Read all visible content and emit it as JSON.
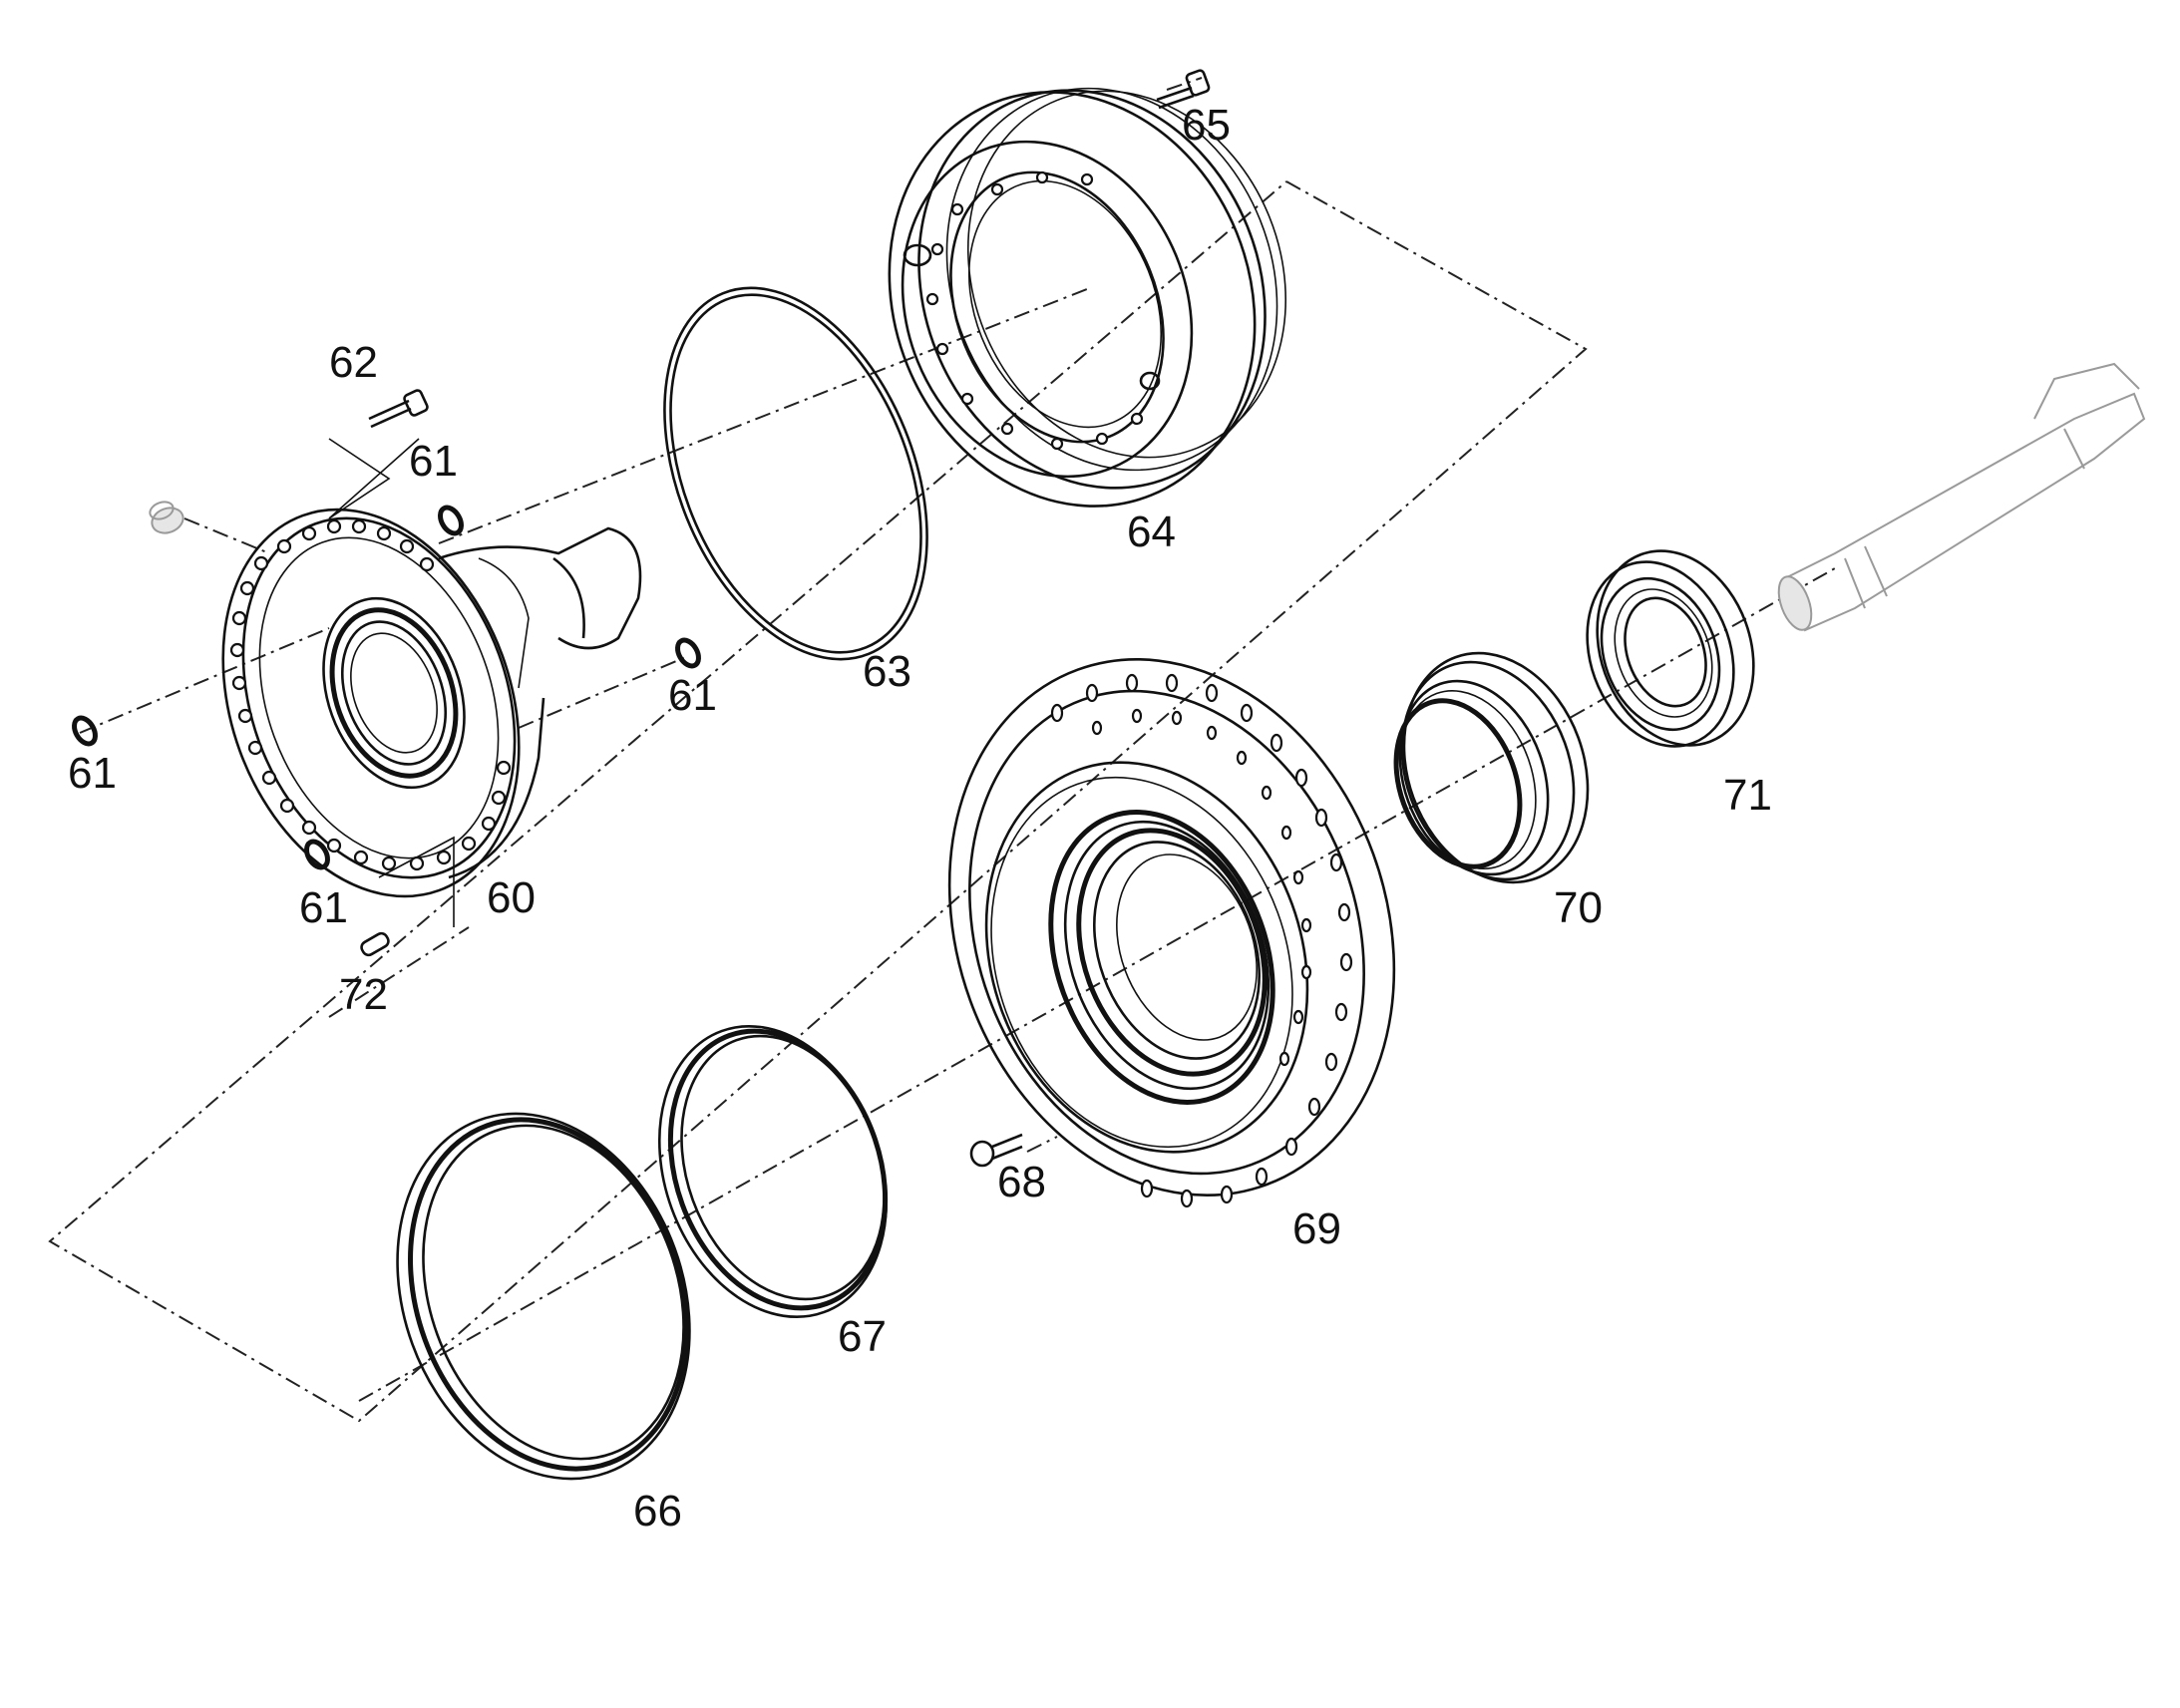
{
  "diagram": {
    "callouts": {
      "c60": "60",
      "c61a": "61",
      "c61b": "61",
      "c61c": "61",
      "c61d": "61",
      "c62": "62",
      "c63": "63",
      "c64": "64",
      "c65": "65",
      "c66": "66",
      "c67": "67",
      "c68": "68",
      "c69": "69",
      "c70": "70",
      "c71": "71",
      "c72": "72"
    }
  }
}
